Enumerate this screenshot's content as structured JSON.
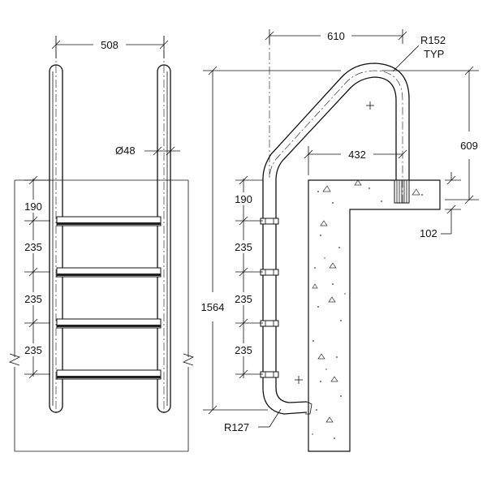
{
  "front_view": {
    "width_label": "508",
    "tube_diameter_label": "Ø48",
    "spacing_labels": [
      "190",
      "235",
      "235",
      "235"
    ]
  },
  "side_view": {
    "reach_label": "610",
    "bend_radius_top_label": "R152",
    "bend_radius_top_note": "TYP",
    "deck_offset_label": "432",
    "height_above_deck_label": "609",
    "anchor_depth_label": "102",
    "total_height_label": "1564",
    "bottom_radius_label": "R127",
    "spacing_labels": [
      "190",
      "235",
      "235",
      "235"
    ]
  }
}
